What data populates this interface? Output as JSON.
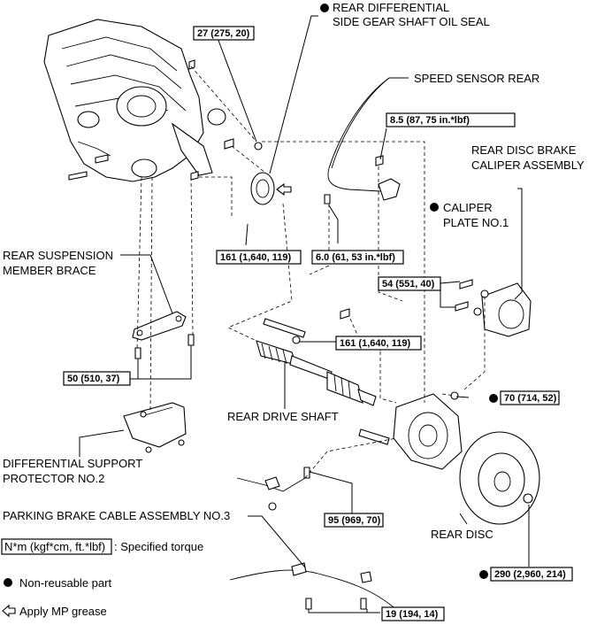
{
  "labels": {
    "oil_seal_1": "REAR DIFFERENTIAL",
    "oil_seal_2": "SIDE GEAR SHAFT OIL SEAL",
    "speed_sensor": "SPEED SENSOR REAR",
    "caliper_1": "REAR DISC BRAKE",
    "caliper_2": "CALIPER ASSEMBLY",
    "caliper_plate_1": "CALIPER",
    "caliper_plate_2": "PLATE NO.1",
    "brace_1": "REAR SUSPENSION",
    "brace_2": "MEMBER BRACE",
    "drive_shaft": "REAR DRIVE SHAFT",
    "protector_1": "DIFFERENTIAL SUPPORT",
    "protector_2": "PROTECTOR NO.2",
    "cable": "PARKING BRAKE CABLE ASSEMBLY NO.3",
    "disc": "REAR DISC"
  },
  "torques": {
    "t27": "27 (275, 20)",
    "t85": "8.5 (87, 75 in.*lbf)",
    "t161a": "161 (1,640, 119)",
    "t60": "6.0 (61, 53 in.*lbf)",
    "t54": "54 (551, 40)",
    "t161b": "161 (1,640, 119)",
    "t70": "70 (714, 52)",
    "t50": "50 (510, 37)",
    "t95": "95 (969, 70)",
    "t290": "290 (2,960, 214)",
    "t19": "19 (194, 14)"
  },
  "legend": {
    "unit_box": "N*m (kgf*cm, ft.*lbf)",
    "unit_text": ": Specified torque",
    "non_reusable": "Non-reusable part",
    "grease": "Apply MP grease"
  },
  "icons": {
    "non_reusable": "filled-circle-bullet",
    "grease": "outline-arrow-left"
  }
}
